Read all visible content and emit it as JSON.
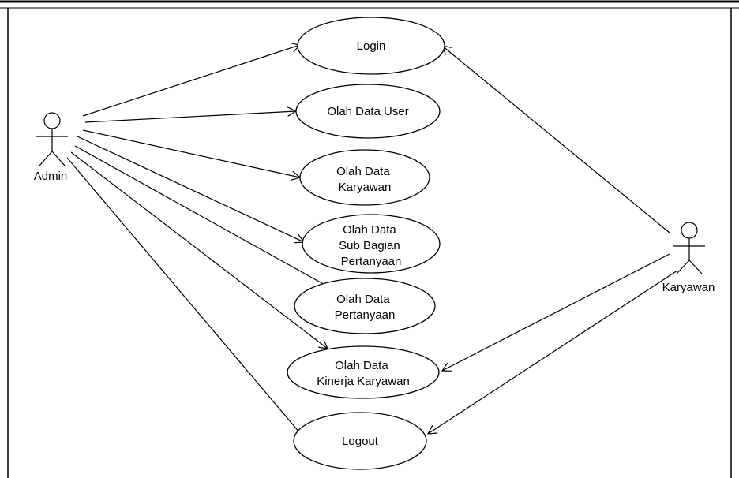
{
  "actors": {
    "admin": {
      "label": "Admin"
    },
    "karyawan": {
      "label": "Karyawan"
    }
  },
  "use_cases": {
    "login": {
      "lines": [
        "Login"
      ]
    },
    "olah_data_user": {
      "lines": [
        "Olah Data User"
      ]
    },
    "olah_data_karyawan": {
      "lines": [
        "Olah Data",
        "Karyawan"
      ]
    },
    "olah_data_sub_bagian": {
      "lines": [
        "Olah Data",
        "Sub Bagian",
        "Pertanyaan"
      ]
    },
    "olah_data_pertanyaan": {
      "lines": [
        "Olah Data",
        "Pertanyaan"
      ]
    },
    "olah_data_kinerja": {
      "lines": [
        "Olah Data",
        "Kinerja Karyawan"
      ]
    },
    "logout": {
      "lines": [
        "Logout"
      ]
    }
  },
  "associations": [
    {
      "from": "admin",
      "to": "login"
    },
    {
      "from": "admin",
      "to": "olah_data_user"
    },
    {
      "from": "admin",
      "to": "olah_data_karyawan"
    },
    {
      "from": "admin",
      "to": "olah_data_sub_bagian"
    },
    {
      "from": "admin",
      "to": "olah_data_pertanyaan"
    },
    {
      "from": "admin",
      "to": "olah_data_kinerja"
    },
    {
      "from": "admin",
      "to": "logout"
    },
    {
      "from": "karyawan",
      "to": "login"
    },
    {
      "from": "karyawan",
      "to": "olah_data_kinerja"
    },
    {
      "from": "karyawan",
      "to": "logout"
    }
  ]
}
